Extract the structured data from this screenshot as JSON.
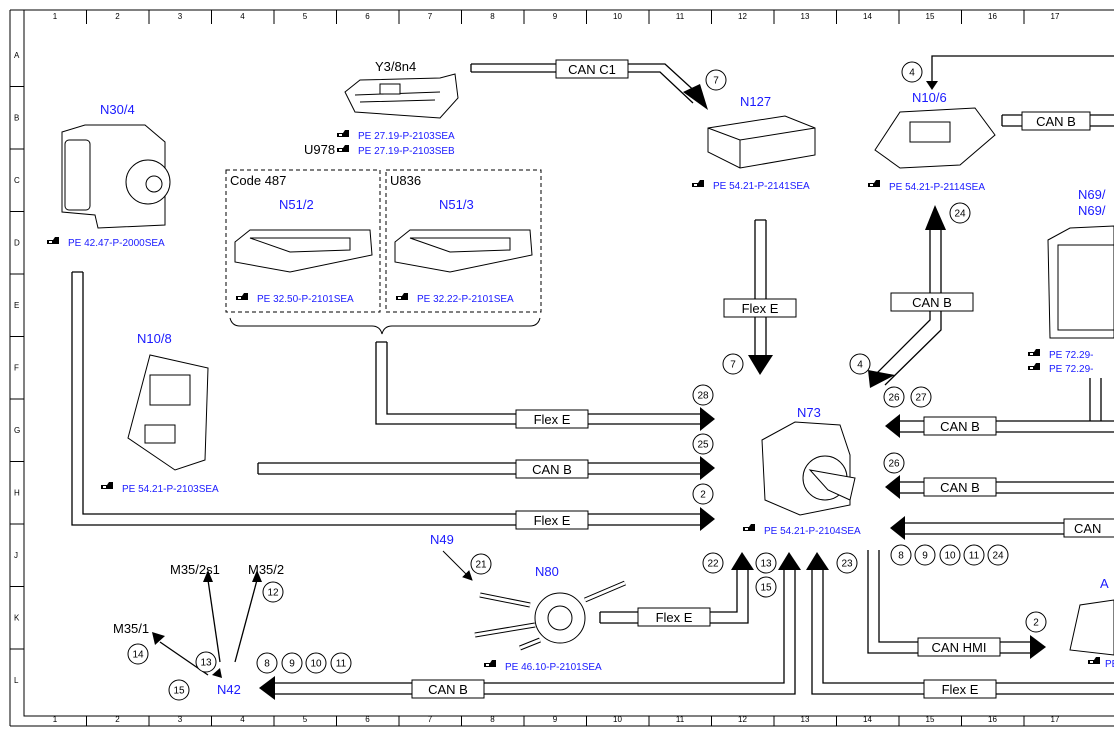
{
  "grid": {
    "columns": [
      "1",
      "2",
      "3",
      "4",
      "5",
      "6",
      "7",
      "8",
      "9",
      "10",
      "11",
      "12",
      "13",
      "14",
      "15",
      "16",
      "17"
    ],
    "rows": [
      "A",
      "B",
      "C",
      "D",
      "E",
      "F",
      "G",
      "H",
      "J",
      "K",
      "L"
    ]
  },
  "components": {
    "y3_8n4": {
      "label": "Y3/8n4",
      "ref1": "PE 27.19-P-2103SEA",
      "ref2_prefix": "U978",
      "ref2": "PE 27.19-P-2103SEB"
    },
    "n30_4": {
      "label": "N30/4",
      "ref": "PE 42.47-P-2000SEA"
    },
    "n127": {
      "label": "N127",
      "ref": "PE 54.21-P-2141SEA"
    },
    "n10_6": {
      "label": "N10/6",
      "ref": "PE 54.21-P-2114SEA"
    },
    "n69": {
      "label1": "N69/",
      "label2": "N69/",
      "ref1": "PE 72.29-",
      "ref2": "PE 72.29-"
    },
    "code487": {
      "title": "Code 487",
      "label": "N51/2",
      "ref": "PE 32.50-P-2101SEA"
    },
    "u836": {
      "title": "U836",
      "label": "N51/3",
      "ref": "PE 32.22-P-2101SEA"
    },
    "n10_8": {
      "label": "N10/8",
      "ref": "PE 54.21-P-2103SEA"
    },
    "n73": {
      "label": "N73",
      "ref": "PE 54.21-P-2104SEA"
    },
    "n49": {
      "label": "N49"
    },
    "n80": {
      "label": "N80",
      "ref": "PE 46.10-P-2101SEA"
    },
    "n42": {
      "label": "N42"
    },
    "m35_2s1": {
      "label": "M35/2s1"
    },
    "m35_2": {
      "label": "M35/2"
    },
    "m35_1": {
      "label": "M35/1"
    },
    "a_right": {
      "label": "A",
      "ref": "PE"
    }
  },
  "buses": {
    "can_c1": "CAN C1",
    "can_b_top": "CAN B",
    "flex_e_n127": "Flex E",
    "can_b_n106": "CAN B",
    "flex_e_row1": "Flex E",
    "can_b_row2": "CAN B",
    "flex_e_row3": "Flex E",
    "can_b_right1": "CAN B",
    "can_b_right2": "CAN B",
    "can_right3": "CAN",
    "flex_e_n80": "Flex E",
    "can_hmi": "CAN HMI",
    "can_b_n42": "CAN B",
    "flex_e_bottom": "Flex E"
  },
  "circled_numbers": {
    "n7a": "7",
    "n4a": "4",
    "n24": "24",
    "n7b": "7",
    "n4b": "4",
    "n28": "28",
    "n25": "25",
    "n2a": "2",
    "n26a": "26",
    "n27": "27",
    "n26b": "26",
    "n8a": "8",
    "n9a": "9",
    "n10a": "10",
    "n11a": "11",
    "n24b": "24",
    "n22": "22",
    "n13a": "13",
    "n15a": "15",
    "n23": "23",
    "n2b": "2",
    "n21": "21",
    "n12": "12",
    "n14": "14",
    "n13b": "13",
    "n15b": "15",
    "n8b": "8",
    "n9b": "9",
    "n10b": "10",
    "n11b": "11"
  },
  "colors": {
    "component_label": "#1a1aff",
    "line": "#000000"
  }
}
